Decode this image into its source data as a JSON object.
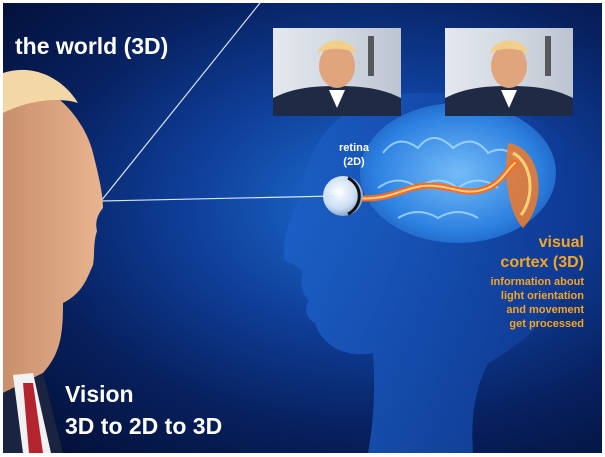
{
  "slide": {
    "title": "the world (3D)",
    "retina_label": [
      "retina",
      "(2D)"
    ],
    "visual_cortex": {
      "title_lines": [
        "visual",
        "cortex (3D)"
      ],
      "description_lines": [
        "information about",
        "light orientation",
        "and movement",
        "get processed"
      ]
    },
    "vision_lines": [
      "Vision",
      "3D to 2D to 3D"
    ]
  },
  "colors": {
    "accent": "#f5a623",
    "background": "#0f3f9a"
  }
}
